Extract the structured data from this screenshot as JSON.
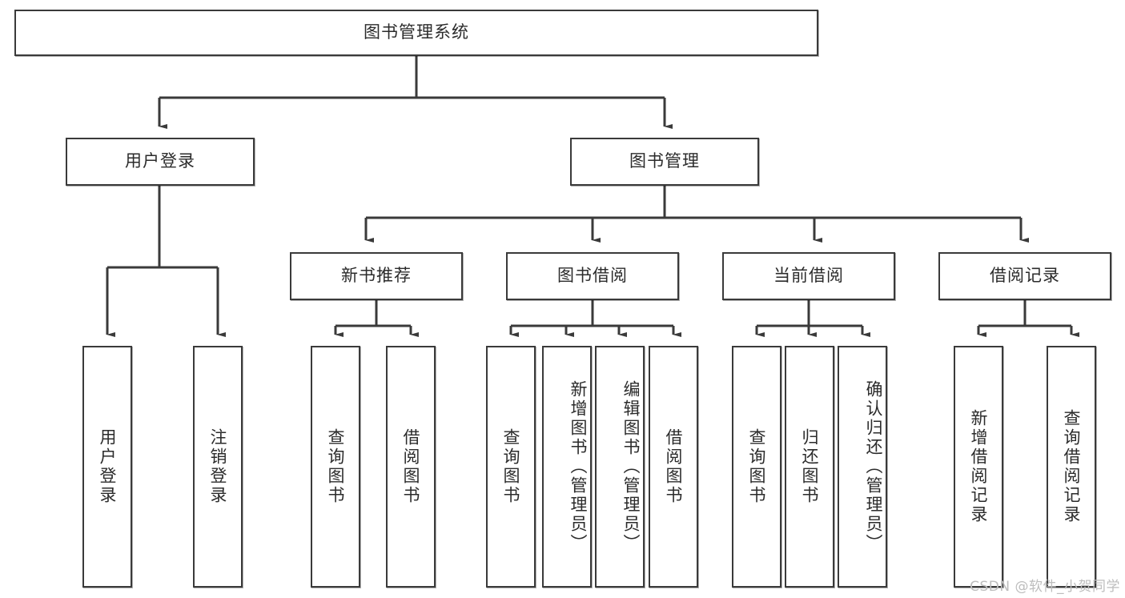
{
  "diagram": {
    "type": "tree-hierarchy-flowchart",
    "title": "图书管理系统",
    "root": {
      "label": "图书管理系统",
      "name": "root-library-management-system"
    },
    "level2": [
      {
        "label": "用户登录",
        "name": "node-user-login"
      },
      {
        "label": "图书管理",
        "name": "node-book-management"
      }
    ],
    "level3": [
      {
        "label": "新书推荐",
        "name": "node-new-book-recommendation"
      },
      {
        "label": "图书借阅",
        "name": "node-book-borrowing"
      },
      {
        "label": "当前借阅",
        "name": "node-current-borrowing"
      },
      {
        "label": "借阅记录",
        "name": "node-borrowing-records"
      }
    ],
    "leaves": {
      "user_login": [
        {
          "label": "用户登录",
          "name": "leaf-user-login"
        },
        {
          "label": "注销登录",
          "name": "leaf-logout"
        }
      ],
      "new_book_recommendation": [
        {
          "label": "查询图书",
          "name": "leaf-query-books-recommend"
        },
        {
          "label": "借阅图书",
          "name": "leaf-borrow-books-recommend"
        }
      ],
      "book_borrowing": [
        {
          "label": "查询图书",
          "name": "leaf-query-books-borrowing"
        },
        {
          "label": "新增图书（管理员）",
          "name": "leaf-add-book-admin"
        },
        {
          "label": "编辑图书（管理员）",
          "name": "leaf-edit-book-admin"
        },
        {
          "label": "借阅图书",
          "name": "leaf-borrow-books-borrowing"
        }
      ],
      "current_borrowing": [
        {
          "label": "查询图书",
          "name": "leaf-query-books-current"
        },
        {
          "label": "归还图书",
          "name": "leaf-return-books"
        },
        {
          "label": "确认归还（管理员）",
          "name": "leaf-confirm-return-admin"
        }
      ],
      "borrowing_records": [
        {
          "label": "新增借阅记录",
          "name": "leaf-add-borrow-record"
        },
        {
          "label": "查询借阅记录",
          "name": "leaf-query-borrow-record"
        }
      ]
    },
    "watermark": "CSDN @软件_小贺同学",
    "colors": {
      "stroke": "#3a3a3a",
      "text": "#2b2b2b",
      "background": "#ffffff",
      "watermark": "#bdbdbd"
    }
  }
}
